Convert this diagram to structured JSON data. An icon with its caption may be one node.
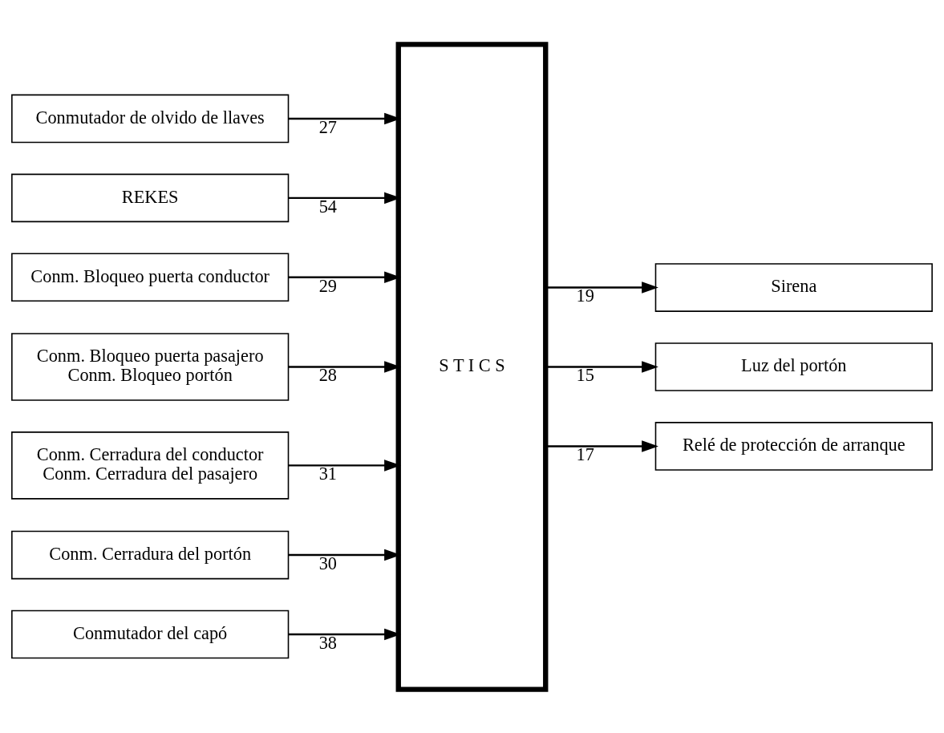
{
  "diagram": {
    "nodes": [
      {
        "text": [
          "Conmutador de olvido de llaves"
        ]
      },
      {
        "text": [
          "REKES"
        ]
      },
      {
        "text": [
          "Conm. Bloqueo puerta conductor"
        ]
      },
      {
        "text": [
          "Conm. Bloqueo puerta pasajero",
          "Conm. Bloqueo portón"
        ]
      },
      {
        "text": [
          "Conm. Cerradura del conductor",
          "Conm. Cerradura del pasajero"
        ]
      },
      {
        "text": [
          "Conm. Cerradura del portón"
        ]
      },
      {
        "text": [
          "Conmutador del capó"
        ]
      },
      {
        "text": [
          "S T I C S"
        ]
      },
      {
        "text": [
          "Sirena"
        ]
      },
      {
        "text": [
          "Luz del portón"
        ]
      },
      {
        "text": [
          "Relé de protección de arranque"
        ]
      }
    ],
    "edges": [
      {
        "from": 0,
        "to": 7,
        "arrow": "to",
        "label": "27"
      },
      {
        "from": 1,
        "to": 7,
        "arrow": "to",
        "label": "54"
      },
      {
        "from": 2,
        "to": 7,
        "arrow": "to",
        "label": "29"
      },
      {
        "from": 3,
        "to": 7,
        "arrow": "to",
        "label": "28"
      },
      {
        "from": 4,
        "to": 7,
        "arrow": "to",
        "label": "31"
      },
      {
        "from": 5,
        "to": 7,
        "arrow": "to",
        "label": "30"
      },
      {
        "from": 6,
        "to": 7,
        "arrow": "to",
        "label": "38"
      },
      {
        "from": 7,
        "to": 8,
        "arrow": "to",
        "label": "19"
      },
      {
        "from": 7,
        "to": 9,
        "arrow": "to",
        "label": "15"
      },
      {
        "from": 7,
        "to": 10,
        "arrow": "to",
        "label": "17"
      }
    ]
  }
}
